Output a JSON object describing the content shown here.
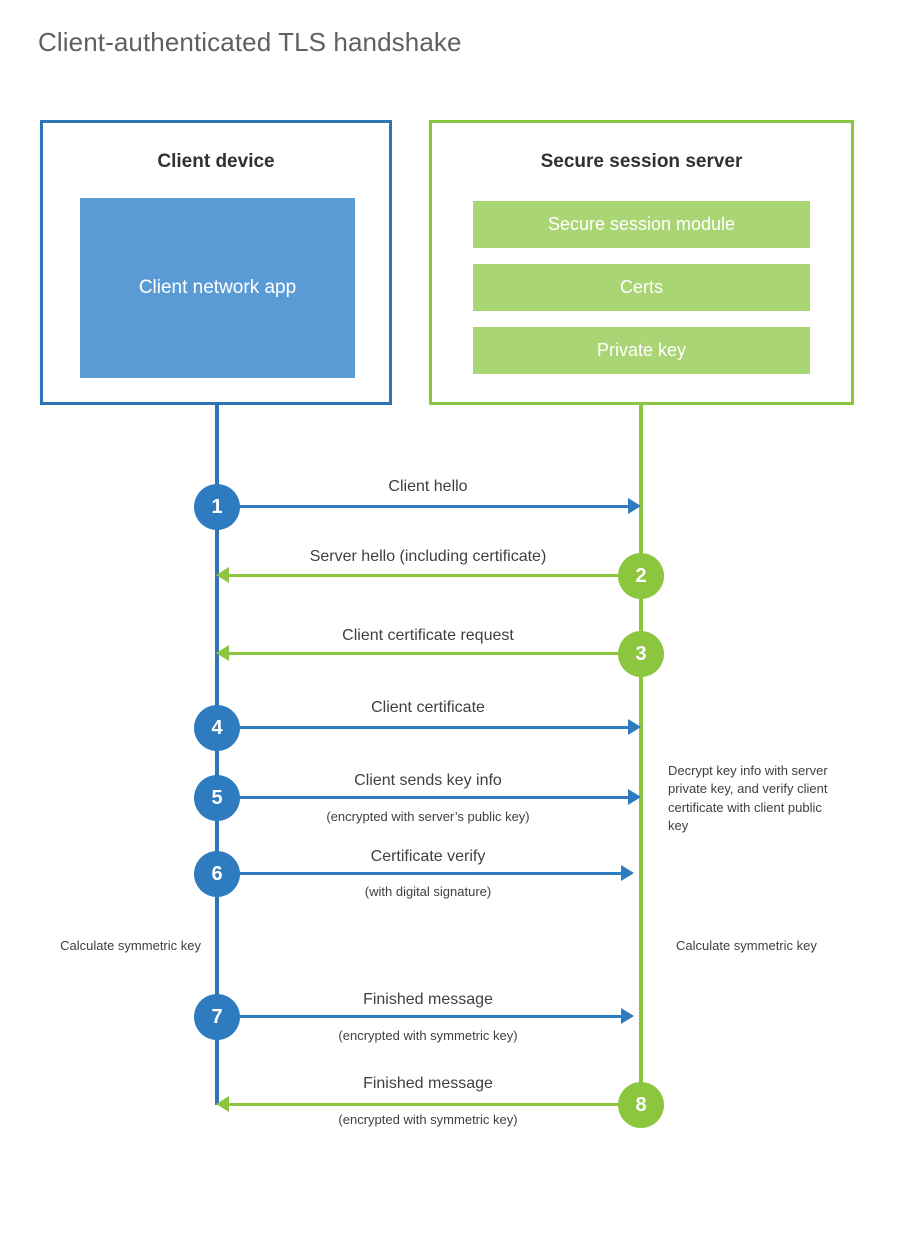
{
  "title": "Client-authenticated TLS handshake",
  "colors": {
    "client_border": "#2E75B6",
    "client_fill": "#5B9BD5",
    "client_accent": "#2E7CBF",
    "server_border": "#8CC63F",
    "server_fill": "#AAD574",
    "server_accent": "#8CC63F",
    "title_text": "#606060",
    "body_text": "#404040",
    "background": "#FFFFFF"
  },
  "actors": {
    "client": {
      "title": "Client device",
      "component": "Client network app"
    },
    "server": {
      "title": "Secure session server",
      "components": [
        "Secure session module",
        "Certs",
        "Private key"
      ]
    }
  },
  "steps": [
    {
      "number": "1",
      "label": "Client hello",
      "sub": "",
      "direction": "client-to-server",
      "origin": "client"
    },
    {
      "number": "2",
      "label": "Server hello (including certificate)",
      "sub": "",
      "direction": "server-to-client",
      "origin": "server"
    },
    {
      "number": "3",
      "label": "Client certificate request",
      "sub": "",
      "direction": "server-to-client",
      "origin": "server"
    },
    {
      "number": "4",
      "label": "Client certificate",
      "sub": "",
      "direction": "client-to-server",
      "origin": "client"
    },
    {
      "number": "5",
      "label": "Client sends key info",
      "sub": "(encrypted with server’s public key)",
      "direction": "client-to-server",
      "origin": "client"
    },
    {
      "number": "6",
      "label": "Certificate verify",
      "sub": "(with digital signature)",
      "direction": "client-to-server",
      "origin": "client"
    },
    {
      "number": "7",
      "label": "Finished message",
      "sub": "(encrypted with symmetric key)",
      "direction": "client-to-server",
      "origin": "client"
    },
    {
      "number": "8",
      "label": "Finished message",
      "sub": "(encrypted with symmetric key)",
      "direction": "server-to-client",
      "origin": "server"
    }
  ],
  "notes": {
    "server_decrypt": "Decrypt key info with server private key, and verify client certificate with client public key",
    "client_calculate": "Calculate symmetric key",
    "server_calculate": "Calculate symmetric key"
  }
}
